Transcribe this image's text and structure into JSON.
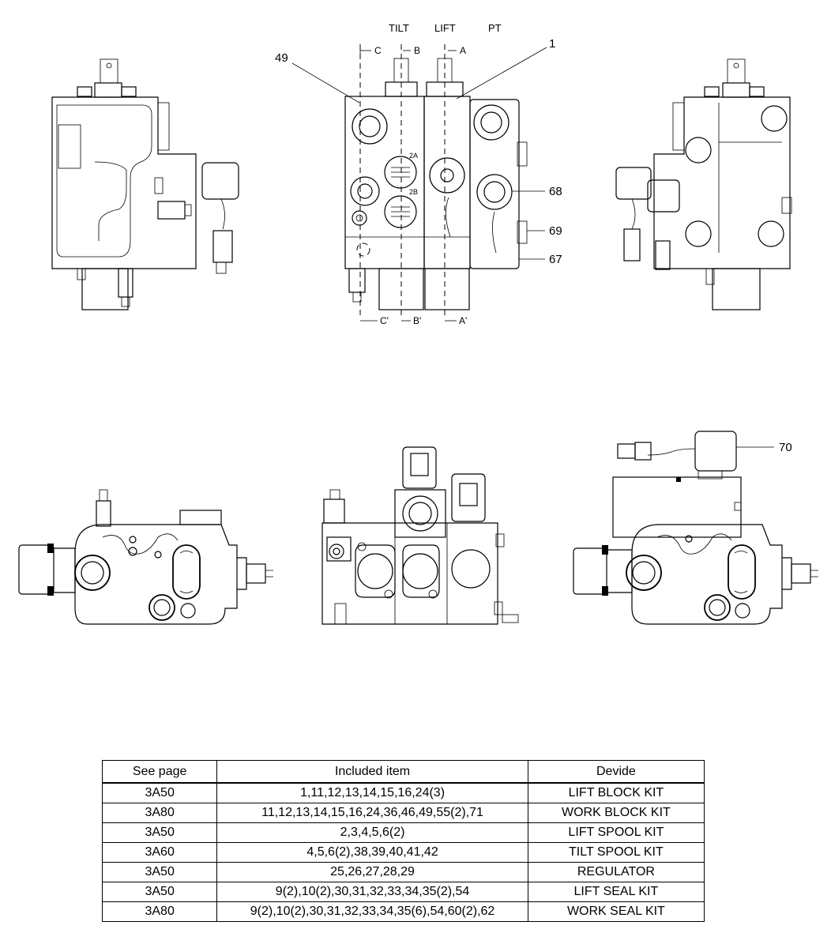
{
  "diagram": {
    "port_labels": {
      "tilt": "TILT",
      "lift": "LIFT",
      "pt": "PT"
    },
    "section_marks": {
      "c": "C",
      "b": "B",
      "a": "A",
      "c_prime": "C'",
      "b_prime": "B'",
      "a_prime": "A'"
    },
    "inner_marks": {
      "two_a": "2A",
      "two_b": "2B"
    },
    "callouts": {
      "c1": "1",
      "c49": "49",
      "c68": "68",
      "c69": "69",
      "c67": "67",
      "c70": "70"
    }
  },
  "table": {
    "headers": {
      "see_page": "See page",
      "included_item": "Included item",
      "devide": "Devide"
    },
    "rows": [
      {
        "page": "3A50",
        "items": "1,11,12,13,14,15,16,24(3)",
        "kit": "LIFT BLOCK KIT"
      },
      {
        "page": "3A80",
        "items": "11,12,13,14,15,16,24,36,46,49,55(2),71",
        "kit": "WORK BLOCK KIT"
      },
      {
        "page": "3A50",
        "items": "2,3,4,5,6(2)",
        "kit": "LIFT SPOOL KIT"
      },
      {
        "page": "3A60",
        "items": "4,5,6(2),38,39,40,41,42",
        "kit": "TILT SPOOL KIT"
      },
      {
        "page": "3A50",
        "items": "25,26,27,28,29",
        "kit": "REGULATOR"
      },
      {
        "page": "3A50",
        "items": "9(2),10(2),30,31,32,33,34,35(2),54",
        "kit": "LIFT SEAL KIT"
      },
      {
        "page": "3A80",
        "items": "9(2),10(2),30,31,32,33,34,35(6),54,60(2),62",
        "kit": "WORK SEAL KIT"
      }
    ]
  }
}
